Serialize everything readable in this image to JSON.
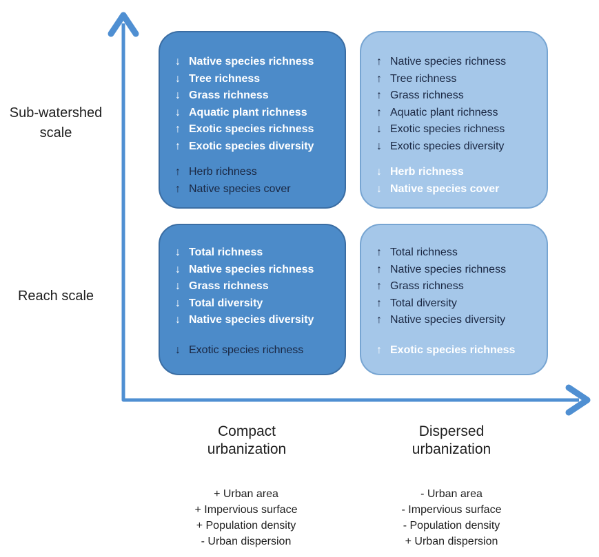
{
  "colors": {
    "axis": "#4f8fd2",
    "dark_box": "#4c8bc9",
    "dark_box_border": "#3a6da3",
    "light_box": "#a5c7e9",
    "light_box_border": "#77a5d2",
    "text_dark": "#1a2742",
    "text_light": "#ffffff",
    "label_text": "#1f1f1f"
  },
  "icons": {
    "up": "↑",
    "down": "↓"
  },
  "axes": {
    "y": {
      "labels": [
        {
          "lines": [
            "Sub-watershed",
            "scale"
          ]
        },
        {
          "lines": [
            "Reach scale"
          ]
        }
      ]
    },
    "x": {
      "labels": [
        {
          "lines": [
            "Compact",
            "urbanization"
          ]
        },
        {
          "lines": [
            "Dispersed",
            "urbanization"
          ]
        }
      ]
    }
  },
  "quadrants": [
    {
      "id": "subwatershed-compact",
      "tone": "dark",
      "groups": [
        {
          "emphasis": "main",
          "items": [
            {
              "arrow": "down",
              "label": "Native species richness"
            },
            {
              "arrow": "down",
              "label": "Tree richness"
            },
            {
              "arrow": "down",
              "label": "Grass richness"
            },
            {
              "arrow": "down",
              "label": "Aquatic plant richness"
            },
            {
              "arrow": "up",
              "label": "Exotic species richness"
            },
            {
              "arrow": "up",
              "label": "Exotic species diversity"
            }
          ]
        },
        {
          "emphasis": "contrast",
          "items": [
            {
              "arrow": "up",
              "label": "Herb richness"
            },
            {
              "arrow": "up",
              "label": "Native species cover"
            }
          ]
        }
      ]
    },
    {
      "id": "subwatershed-dispersed",
      "tone": "light",
      "groups": [
        {
          "emphasis": "main",
          "items": [
            {
              "arrow": "up",
              "label": "Native species richness"
            },
            {
              "arrow": "up",
              "label": "Tree richness"
            },
            {
              "arrow": "up",
              "label": "Grass richness"
            },
            {
              "arrow": "up",
              "label": "Aquatic plant richness"
            },
            {
              "arrow": "down",
              "label": "Exotic species richness"
            },
            {
              "arrow": "down",
              "label": "Exotic species diversity"
            }
          ]
        },
        {
          "emphasis": "contrast",
          "items": [
            {
              "arrow": "down",
              "label": "Herb richness"
            },
            {
              "arrow": "down",
              "label": "Native species cover"
            }
          ]
        }
      ]
    },
    {
      "id": "reach-compact",
      "tone": "dark",
      "groups": [
        {
          "emphasis": "main",
          "items": [
            {
              "arrow": "down",
              "label": "Total richness"
            },
            {
              "arrow": "down",
              "label": "Native species richness"
            },
            {
              "arrow": "down",
              "label": "Grass richness"
            },
            {
              "arrow": "down",
              "label": "Total diversity"
            },
            {
              "arrow": "down",
              "label": "Native species diversity"
            }
          ]
        },
        {
          "emphasis": "contrast",
          "items": [
            {
              "arrow": "down",
              "label": "Exotic species richness"
            }
          ]
        }
      ]
    },
    {
      "id": "reach-dispersed",
      "tone": "light",
      "groups": [
        {
          "emphasis": "main",
          "items": [
            {
              "arrow": "up",
              "label": "Total richness"
            },
            {
              "arrow": "up",
              "label": "Native species richness"
            },
            {
              "arrow": "up",
              "label": "Grass richness"
            },
            {
              "arrow": "up",
              "label": "Total diversity"
            },
            {
              "arrow": "up",
              "label": "Native species diversity"
            }
          ]
        },
        {
          "emphasis": "contrast",
          "items": [
            {
              "arrow": "up",
              "label": "Exotic species richness"
            }
          ]
        }
      ]
    }
  ],
  "footnotes": [
    {
      "lines": [
        "+ Urban area",
        "+ Impervious surface",
        "+ Population density",
        "- Urban dispersion"
      ]
    },
    {
      "lines": [
        "- Urban area",
        "- Impervious surface",
        "- Population density",
        "+ Urban dispersion"
      ]
    }
  ]
}
